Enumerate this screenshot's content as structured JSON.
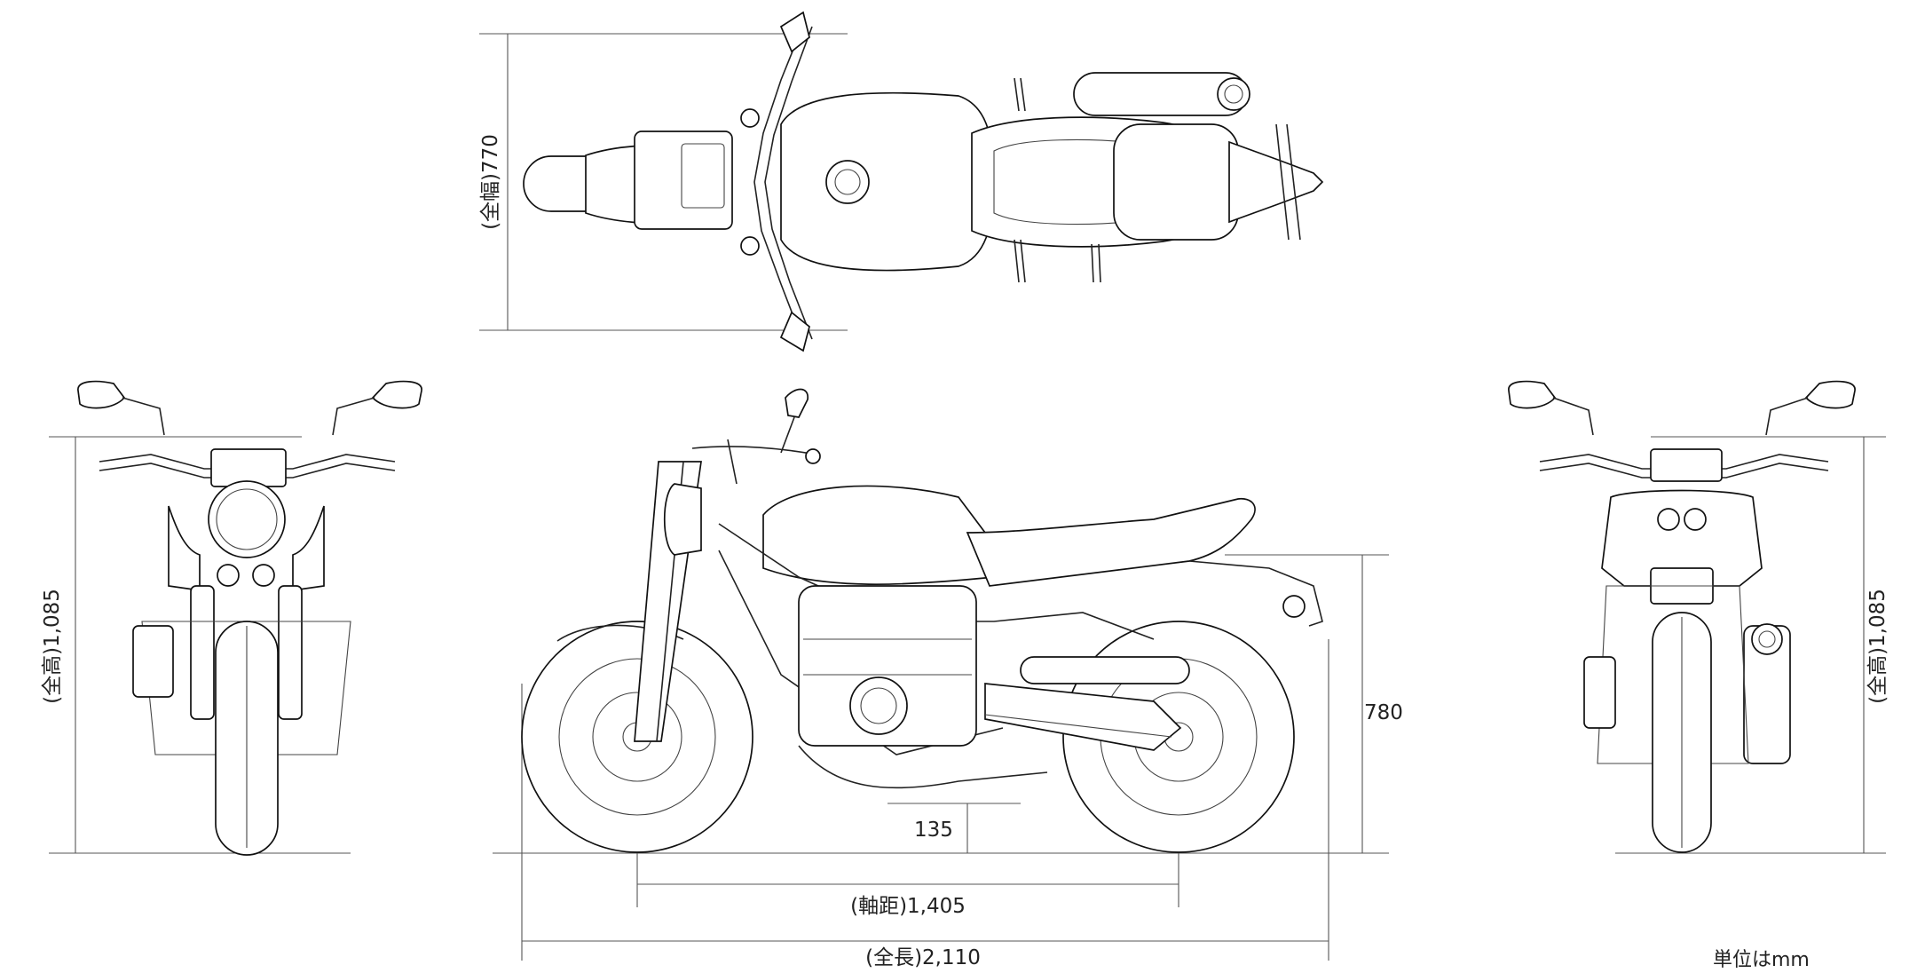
{
  "dimensions": {
    "overall_width": "(全幅)770",
    "overall_height_front": "(全高)1,085",
    "overall_height_rear": "(全高)1,085",
    "seat_height": "780",
    "ground_clearance": "135",
    "wheelbase": "(軸距)1,405",
    "overall_length": "(全長)2,110"
  },
  "unit_note": "単位はmm",
  "views": [
    "top-view",
    "front-view",
    "side-view",
    "rear-view"
  ],
  "icons": [
    "motorcycle-top-outline",
    "motorcycle-front-outline",
    "motorcycle-side-outline",
    "motorcycle-rear-outline"
  ]
}
